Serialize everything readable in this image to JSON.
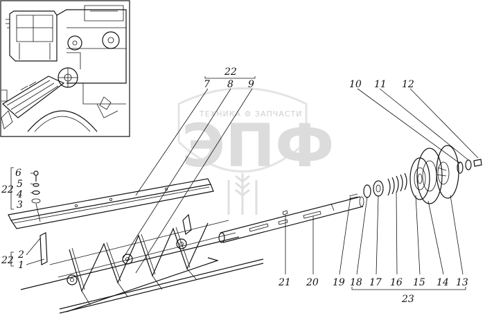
{
  "watermark": {
    "brand_line": "ТЕХНИКА ⚙ ЗАПЧАСТИ",
    "logo_letters": "ЭПФ"
  },
  "labels": {
    "group22_top": "22",
    "n7": "7",
    "n8": "8",
    "n9": "9",
    "n10": "10",
    "n11": "11",
    "n12": "12",
    "n6": "6",
    "n5": "5",
    "n4": "4",
    "n3": "3",
    "group22_left_top": "22",
    "n2": "2",
    "n1": "1",
    "group22_left_bottom": "22",
    "n21": "21",
    "n20": "20",
    "n19": "19",
    "n18": "18",
    "n17": "17",
    "n16": "16",
    "n15": "15",
    "n14": "14",
    "n13": "13",
    "group23": "23"
  }
}
